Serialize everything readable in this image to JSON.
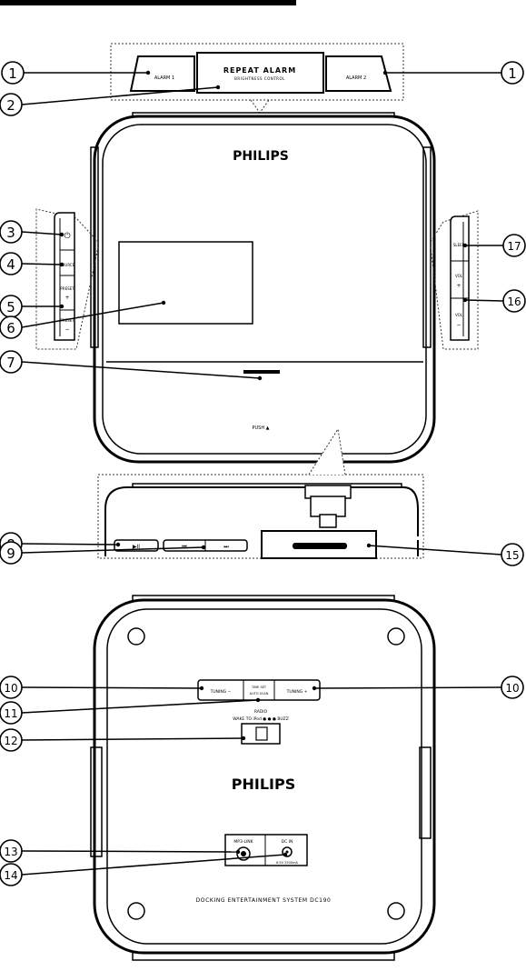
{
  "brand": "PHILIPS",
  "top_buttons": {
    "alarm1": "ALARM 1",
    "repeat_alarm": "REPEAT ALARM",
    "brightness_control": "BRIGHTNESS CONTROL",
    "alarm2": "ALARM 2"
  },
  "left_buttons": {
    "power": "⏻",
    "source": "SOURCE",
    "preset_plus_1": "PRESET",
    "preset_plus_2": "+",
    "preset_minus_1": "PRESET",
    "preset_minus_2": "−"
  },
  "right_buttons": {
    "sleep": "SLEEP",
    "vol_plus_1": "VOL",
    "vol_plus_2": "+",
    "vol_minus_1": "VOL",
    "vol_minus_2": "−"
  },
  "front": {
    "push": "PUSH ▲",
    "play_pause": "▶II",
    "prev": "⏮",
    "next": "⏭"
  },
  "back": {
    "tuning_minus": "TUNING  −",
    "time_set_1": "TIME SET",
    "time_set_2": "AUTO SCAN",
    "tuning_plus": "TUNING  +",
    "radio": "RADIO",
    "wake_to": "WAKE TO iPod ● ● ● BUZZ",
    "mp3_link": "MP3-LINK",
    "dc_in": "DC IN",
    "dc_spec": "6.5V 2500mA",
    "model": "DOCKING ENTERTAINMENT SYSTEM DC190"
  },
  "callouts": [
    "1",
    "2",
    "3",
    "4",
    "5",
    "6",
    "7",
    "8",
    "9",
    "10",
    "11",
    "12",
    "13",
    "14",
    "15",
    "16",
    "17"
  ]
}
